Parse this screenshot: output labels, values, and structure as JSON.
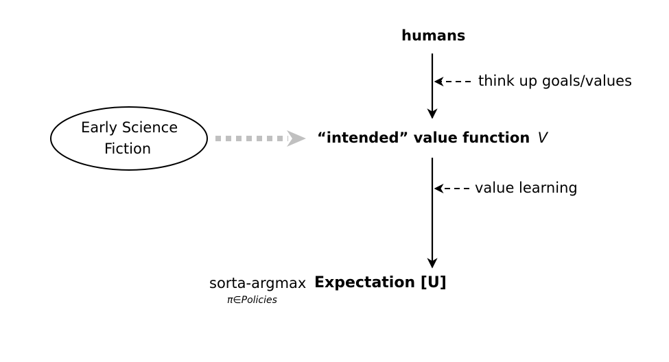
{
  "nodes": {
    "humans": "humans",
    "intended": "“intended” value function",
    "v_symbol": "V",
    "fiction_line1": "Early Science",
    "fiction_line2": "Fiction",
    "argmax": "sorta-argmax",
    "argmax_sub": "π∈Policies",
    "expectation": "Expectation [U]"
  },
  "edges": {
    "think_up": "think up goals/values",
    "value_learning": "value learning"
  },
  "colors": {
    "main": "#000000",
    "influence_arrow": "#c0c0c0"
  }
}
